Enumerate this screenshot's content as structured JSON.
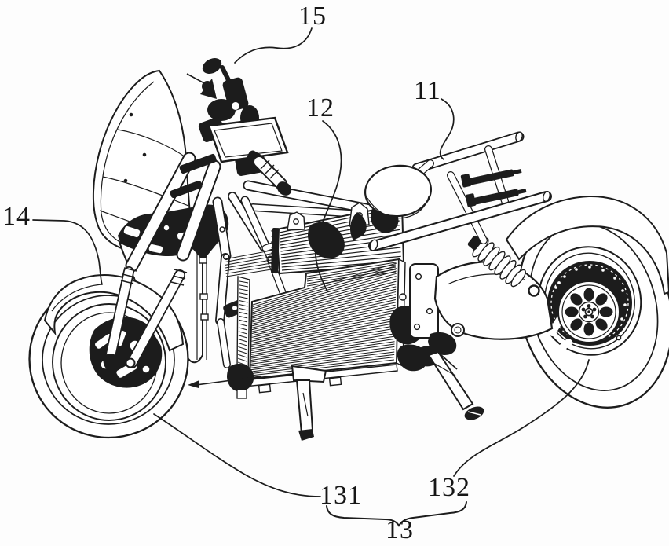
{
  "figure": {
    "description": "Patent-style line drawing of an electric motorcycle, perspective view",
    "background_color": "#fdfdfd",
    "line_color": "#1c1c1c"
  },
  "labels": {
    "ref15": "15",
    "ref12": "12",
    "ref11": "11",
    "ref14": "14",
    "ref131": "131",
    "ref132": "132",
    "ref13": "13"
  }
}
